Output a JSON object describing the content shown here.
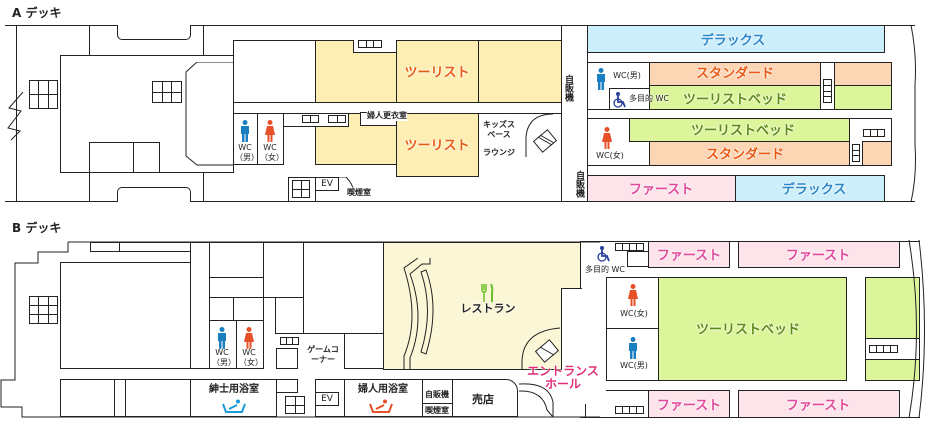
{
  "deck_a": {
    "title": "A デッキ",
    "rooms": {
      "tourist_upper": "ツーリスト",
      "tourist_lower": "ツーリスト",
      "womens_changing": "婦人更衣室",
      "wc_men": "WC（男）",
      "wc_women": "WC（女）",
      "kids_space": "キッズスペース",
      "lounge": "ラウンジ",
      "vending_1": "自販機",
      "vending_2": "自販機",
      "ev": "EV",
      "smoking": "喫煙室",
      "deluxe_top": "デラックス",
      "standard_1": "スタンダード",
      "tourist_bed_1": "ツーリストベッド",
      "tourist_bed_2": "ツーリストベッド",
      "standard_2": "スタンダード",
      "first": "ファースト",
      "deluxe_bottom": "デラックス",
      "wc_men_right": "WC(男)",
      "multi_wc": "多目的 WC",
      "wc_women_right": "WC(女)"
    }
  },
  "deck_b": {
    "title": "B デッキ",
    "rooms": {
      "restaurant": "レストラン",
      "wc_men": "WC（男）",
      "wc_women": "WC（女）",
      "game_corner": "ゲームコーナー",
      "mens_bath": "紳士用浴室",
      "ev": "EV",
      "womens_bath": "婦人用浴室",
      "vending": "自販機",
      "smoking": "喫煙室",
      "shop": "売店",
      "entrance_hall": "エントランスホール",
      "multi_wc": "多目的 WC",
      "first_1": "ファースト",
      "first_2": "ファースト",
      "first_3": "ファースト",
      "first_4": "ファースト",
      "wc_women_right": "WC(女)",
      "wc_men_right": "WC(男)",
      "tourist_bed": "ツーリストベッド"
    }
  },
  "colors": {
    "tourist": "#fdeeb4",
    "deluxe": "#cdeefb",
    "standard": "#fbd5b4",
    "tourist_bed": "#dcf59a",
    "first": "#fde3ea",
    "men": "#1a7fc0",
    "women": "#e8502a",
    "accessible": "#2a3f9a"
  }
}
